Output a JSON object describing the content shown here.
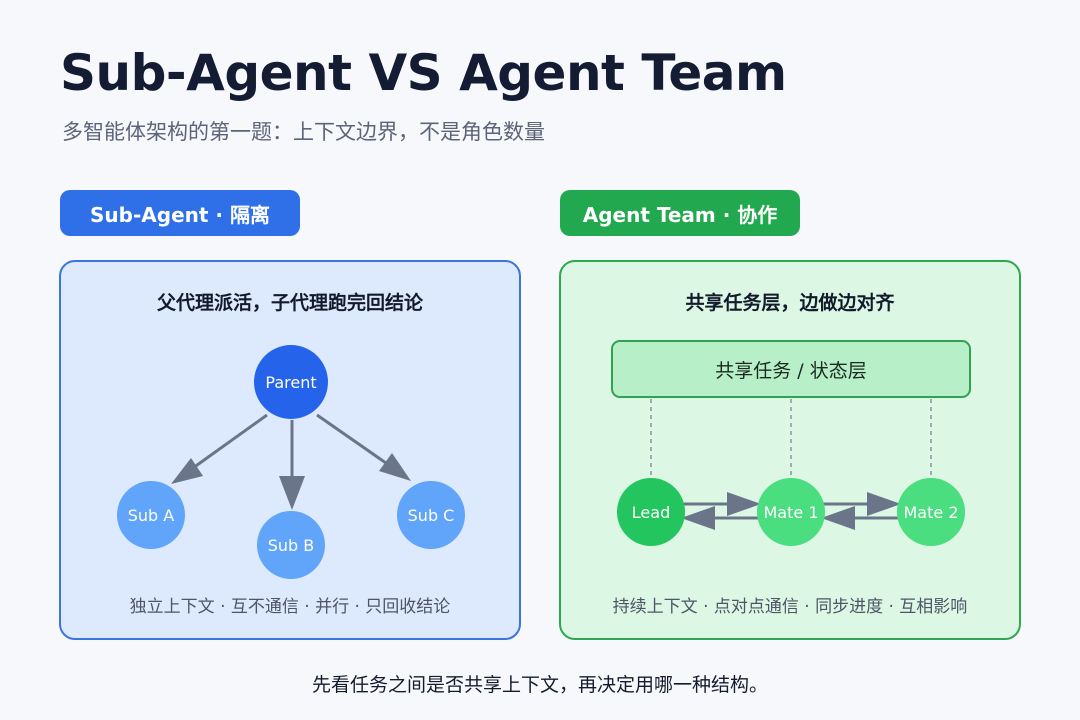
{
  "header": {
    "title": "Sub-Agent VS Agent Team",
    "subtitle": "多智能体架构的第一题：上下文边界，不是角色数量"
  },
  "left": {
    "label": "Sub-Agent · 隔离",
    "panel_title": "父代理派活，子代理跑完回结论",
    "nodes": {
      "parent": "Parent",
      "sub_a": "Sub A",
      "sub_b": "Sub B",
      "sub_c": "Sub C"
    },
    "caption": "独立上下文 · 互不通信 · 并行 · 只回收结论",
    "colors": {
      "accent": "#2f6fe8",
      "parent_node": "#2563eb",
      "sub_node": "#60a5fa",
      "panel_bg": "#dde9fd",
      "arrow": "#6b7589"
    }
  },
  "right": {
    "label": "Agent Team · 协作",
    "panel_title": "共享任务层，边做边对齐",
    "layer": "共享任务 / 状态层",
    "nodes": {
      "lead": "Lead",
      "mate1": "Mate 1",
      "mate2": "Mate 2"
    },
    "caption": "持续上下文 · 点对点通信 · 同步进度 · 互相影响",
    "colors": {
      "accent": "#22a84e",
      "lead_node": "#22c55e",
      "mate_node": "#4ade80",
      "panel_bg": "#dcf7e4",
      "arrow": "#6b7589"
    }
  },
  "footer": "先看任务之间是否共享上下文，再决定用哪一种结构。"
}
